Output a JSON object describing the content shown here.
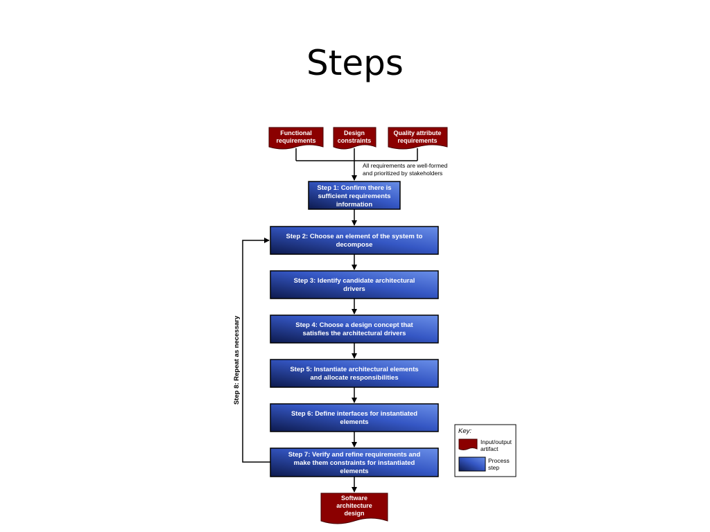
{
  "title": "Steps",
  "inputs": [
    {
      "line1": "Functional",
      "line2": "requirements"
    },
    {
      "line1": "Design",
      "line2": "constraints"
    },
    {
      "line1": "Quality attribute",
      "line2": "requirements"
    }
  ],
  "note": {
    "line1": "All requirements are well-formed",
    "line2": "and prioritized by stakeholders"
  },
  "steps": [
    {
      "lines": [
        "Step 1: Confirm there is",
        "sufficient requirements",
        "information"
      ]
    },
    {
      "lines": [
        "Step 2: Choose an element of the system to",
        "decompose"
      ]
    },
    {
      "lines": [
        "Step 3: Identify candidate architectural",
        "drivers"
      ]
    },
    {
      "lines": [
        "Step 4: Choose a design concept that",
        "satisfies the architectural drivers"
      ]
    },
    {
      "lines": [
        "Step 5: Instantiate architectural elements",
        "and allocate responsibilities"
      ]
    },
    {
      "lines": [
        "Step 6: Define interfaces for instantiated",
        "elements"
      ]
    },
    {
      "lines": [
        "Step 7: Verify and refine requirements and",
        "make them constraints for instantiated",
        "elements"
      ]
    }
  ],
  "loop_label": "Step 8: Repeat as necessary",
  "output": {
    "lines": [
      "Software",
      "architecture",
      "design"
    ]
  },
  "key": {
    "title": "Key:",
    "artifact": {
      "line1": "Input/output",
      "line2": "artifact"
    },
    "process": {
      "line1": "Process",
      "line2": "step"
    }
  },
  "colors": {
    "artifact": "#8b0000",
    "process_dark": "#0d1a4d",
    "process_light": "#6a8fe8"
  }
}
